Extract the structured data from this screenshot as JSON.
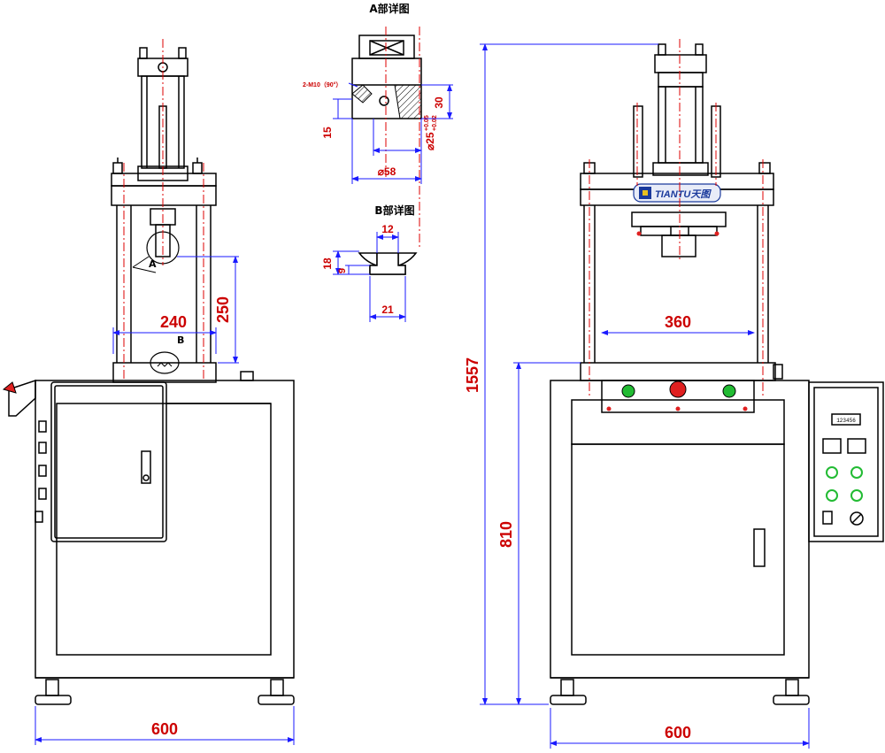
{
  "titles": {
    "detail_a": "A部详图",
    "detail_b": "B部详图"
  },
  "callouts": {
    "a": "A",
    "b": "B"
  },
  "detail_a": {
    "thread_note": "2-M10（90°）",
    "dim_30": "30",
    "dim_15": "15",
    "dim_58": "⌀58",
    "dim_25_base": "⌀25",
    "tol_upper": "+0.05",
    "tol_lower": "+0.02"
  },
  "detail_b": {
    "dim_12": "12",
    "dim_18": "18",
    "dim_9": "9",
    "dim_21": "21"
  },
  "left_view": {
    "dim_240": "240",
    "dim_250": "250",
    "dim_600": "600"
  },
  "right_view": {
    "dim_360": "360",
    "dim_1557": "1557",
    "dim_810": "810",
    "dim_600": "600",
    "brand_text": "TIANTU天图",
    "counter_display": "123456"
  },
  "colors": {
    "line": "#000000",
    "dimension": "#cc0000",
    "dimension_line": "#1a1aff",
    "center_line": "#dd0000",
    "emergency_stop": "#e02020",
    "green_button": "#22bb33",
    "brand": "#1a3a9c"
  }
}
